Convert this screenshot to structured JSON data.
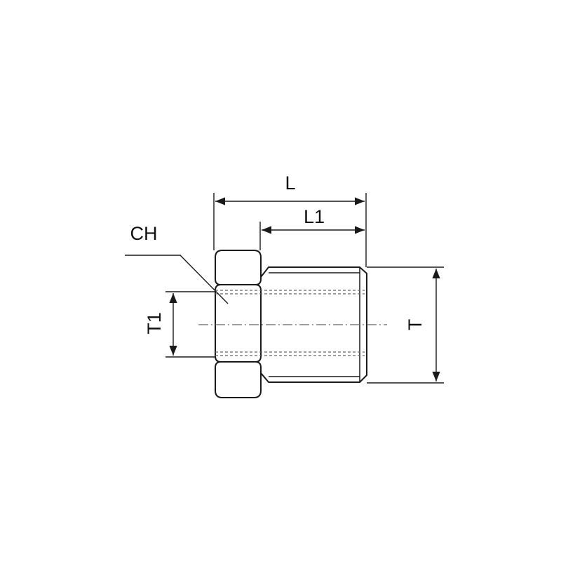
{
  "drawing": {
    "labels": {
      "L": "L",
      "L1": "L1",
      "CH": "CH",
      "T1": "T1",
      "T": "T"
    },
    "colors": {
      "line": "#1a1a1a",
      "hidden_line": "#666666",
      "background": "#ffffff"
    }
  }
}
